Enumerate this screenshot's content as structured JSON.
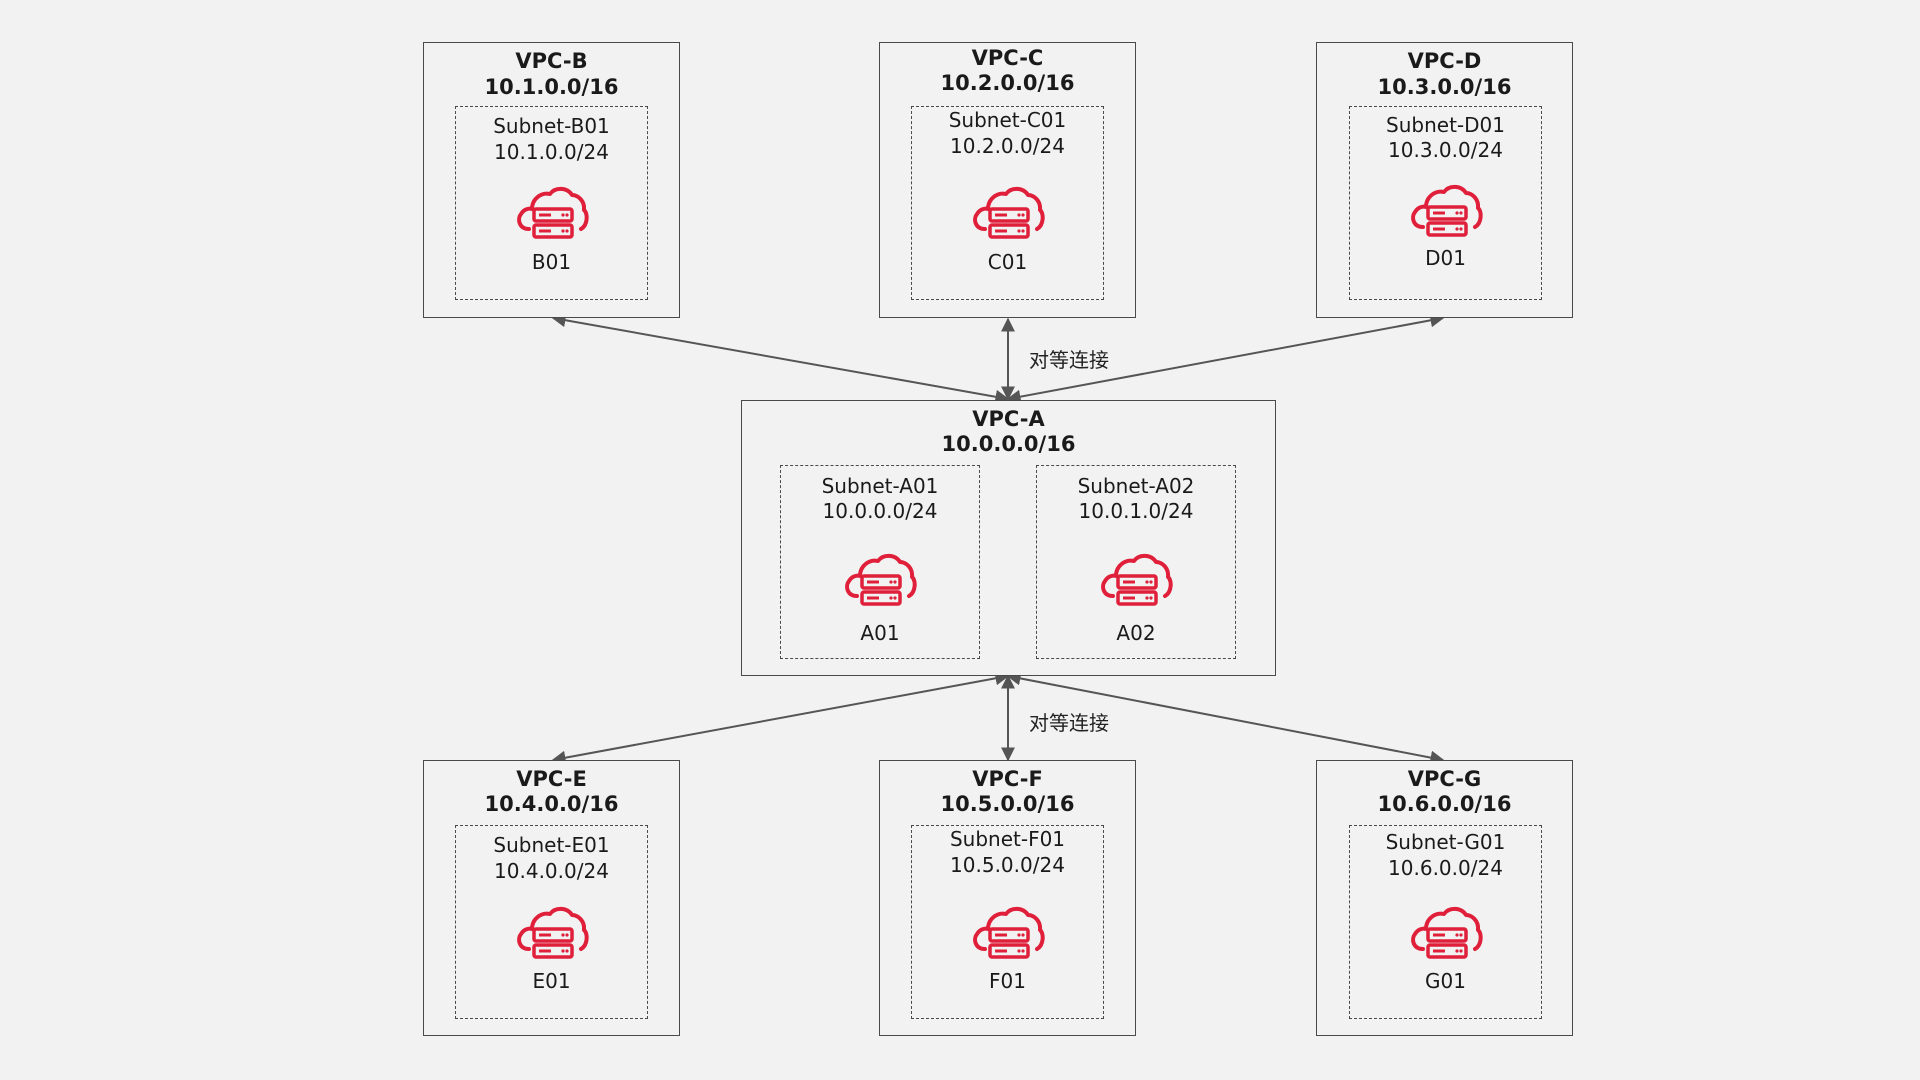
{
  "peering_label": "对等连接",
  "colors": {
    "icon_red": "#e0203a",
    "line": "#555555",
    "box_border": "#4a4a4a"
  },
  "vpcs": {
    "A": {
      "name": "VPC-A",
      "cidr": "10.0.0.0/16",
      "subnets": [
        {
          "name": "Subnet-A01",
          "cidr": "10.0.0.0/24",
          "server": "A01",
          "icon": "cloud-server-icon"
        },
        {
          "name": "Subnet-A02",
          "cidr": "10.0.1.0/24",
          "server": "A02",
          "icon": "cloud-server-icon"
        }
      ]
    },
    "B": {
      "name": "VPC-B",
      "cidr": "10.1.0.0/16",
      "subnet": {
        "name": "Subnet-B01",
        "cidr": "10.1.0.0/24",
        "server": "B01",
        "icon": "cloud-server-icon"
      }
    },
    "C": {
      "name": "VPC-C",
      "cidr": "10.2.0.0/16",
      "subnet": {
        "name": "Subnet-C01",
        "cidr": "10.2.0.0/24",
        "server": "C01",
        "icon": "cloud-server-icon"
      }
    },
    "D": {
      "name": "VPC-D",
      "cidr": "10.3.0.0/16",
      "subnet": {
        "name": "Subnet-D01",
        "cidr": "10.3.0.0/24",
        "server": "D01",
        "icon": "cloud-server-icon"
      }
    },
    "E": {
      "name": "VPC-E",
      "cidr": "10.4.0.0/16",
      "subnet": {
        "name": "Subnet-E01",
        "cidr": "10.4.0.0/24",
        "server": "E01",
        "icon": "cloud-server-icon"
      }
    },
    "F": {
      "name": "VPC-F",
      "cidr": "10.5.0.0/16",
      "subnet": {
        "name": "Subnet-F01",
        "cidr": "10.5.0.0/24",
        "server": "F01",
        "icon": "cloud-server-icon"
      }
    },
    "G": {
      "name": "VPC-G",
      "cidr": "10.6.0.0/16",
      "subnet": {
        "name": "Subnet-G01",
        "cidr": "10.6.0.0/24",
        "server": "G01",
        "icon": "cloud-server-icon"
      }
    }
  }
}
